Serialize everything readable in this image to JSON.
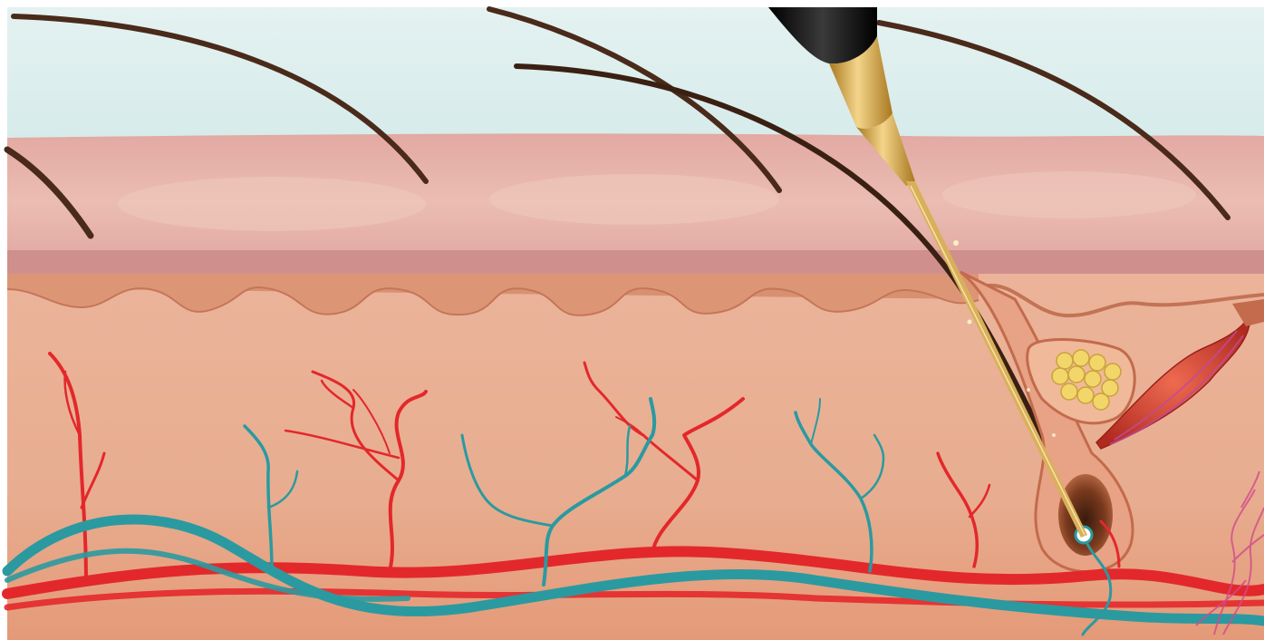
{
  "illustration": {
    "subject": "electrolysis-hair-removal-skin-cross-section",
    "colors": {
      "background": "#ffffff",
      "sky": "#dcefef",
      "epidermis": "#e8b3a9",
      "epidermis_highlight": "#efc8bd",
      "epidermis_band": "#cf8f8c",
      "dermis": "#e8ab8e",
      "dermis_deep": "#e59b7a",
      "junction_line": "#c9785a",
      "hair": "#4a2a1a",
      "artery": "#e3282b",
      "vein": "#2a9aa0",
      "needle_gold": "#c99a3a",
      "probe_black": "#151515",
      "sebaceous_gland": "#f2d66a",
      "arrector_muscle": "#c9352a",
      "nerve": "#c04a9a"
    },
    "icons": [
      "hair-strand",
      "electrolysis-probe",
      "sebaceous-gland",
      "arrector-pili-muscle",
      "blood-vessels",
      "hair-follicle-bulb"
    ]
  }
}
